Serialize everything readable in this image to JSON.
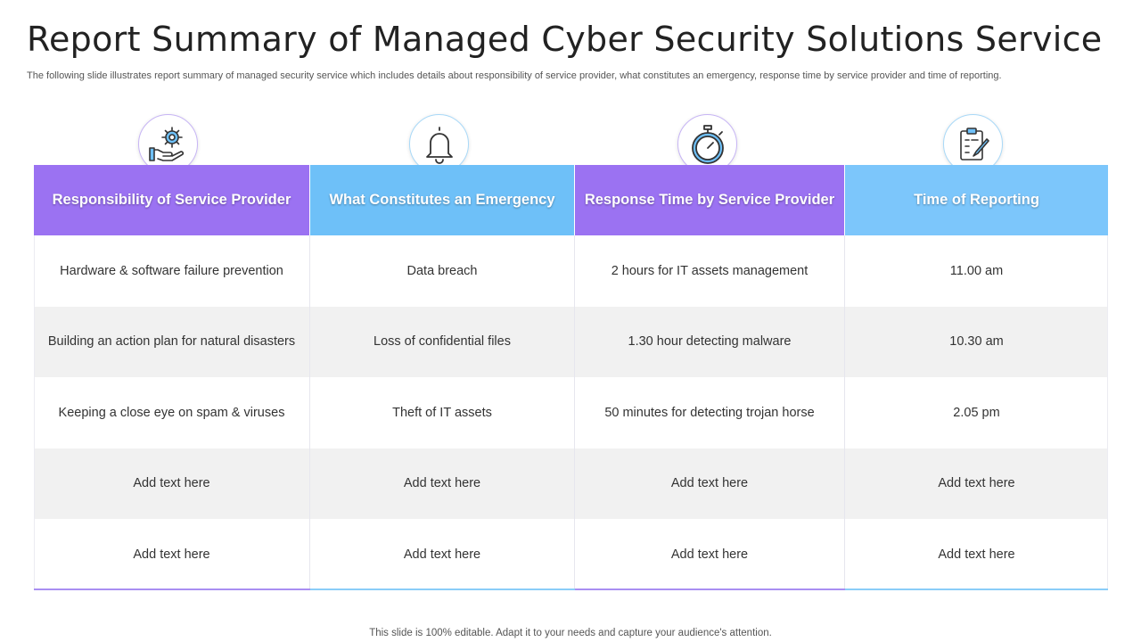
{
  "title": "Report Summary of Managed Cyber Security Solutions Service",
  "subtitle": "The following slide illustrates report summary of managed security service which includes details about responsibility of service provider, what constitutes an emergency, response time by service provider and time of reporting.",
  "columns": [
    {
      "header": "Responsibility of Service Provider",
      "icon": "hand-gear-icon",
      "color": "#9b72f2"
    },
    {
      "header": "What Constitutes an Emergency",
      "icon": "bell-icon",
      "color": "#6ec0f8"
    },
    {
      "header": "Response Time by Service Provider",
      "icon": "stopwatch-icon",
      "color": "#9b72f2"
    },
    {
      "header": "Time of Reporting",
      "icon": "clipboard-pencil-icon",
      "color": "#7cc6fb"
    }
  ],
  "rows": [
    [
      "Hardware & software failure prevention",
      "Data breach",
      "2 hours for IT assets management",
      "11.00 am"
    ],
    [
      "Building an action plan for natural disasters",
      "Loss of confidential files",
      "1.30 hour detecting malware",
      "10.30 am"
    ],
    [
      "Keeping a close eye on spam & viruses",
      "Theft of IT assets",
      "50 minutes for detecting trojan horse",
      "2.05 pm"
    ],
    [
      "Add text here",
      "Add text here",
      "Add text here",
      "Add text here"
    ],
    [
      "Add text here",
      "Add text here",
      "Add text here",
      "Add text here"
    ]
  ],
  "footer": "This slide is 100% editable. Adapt it to your needs and capture your audience's attention."
}
